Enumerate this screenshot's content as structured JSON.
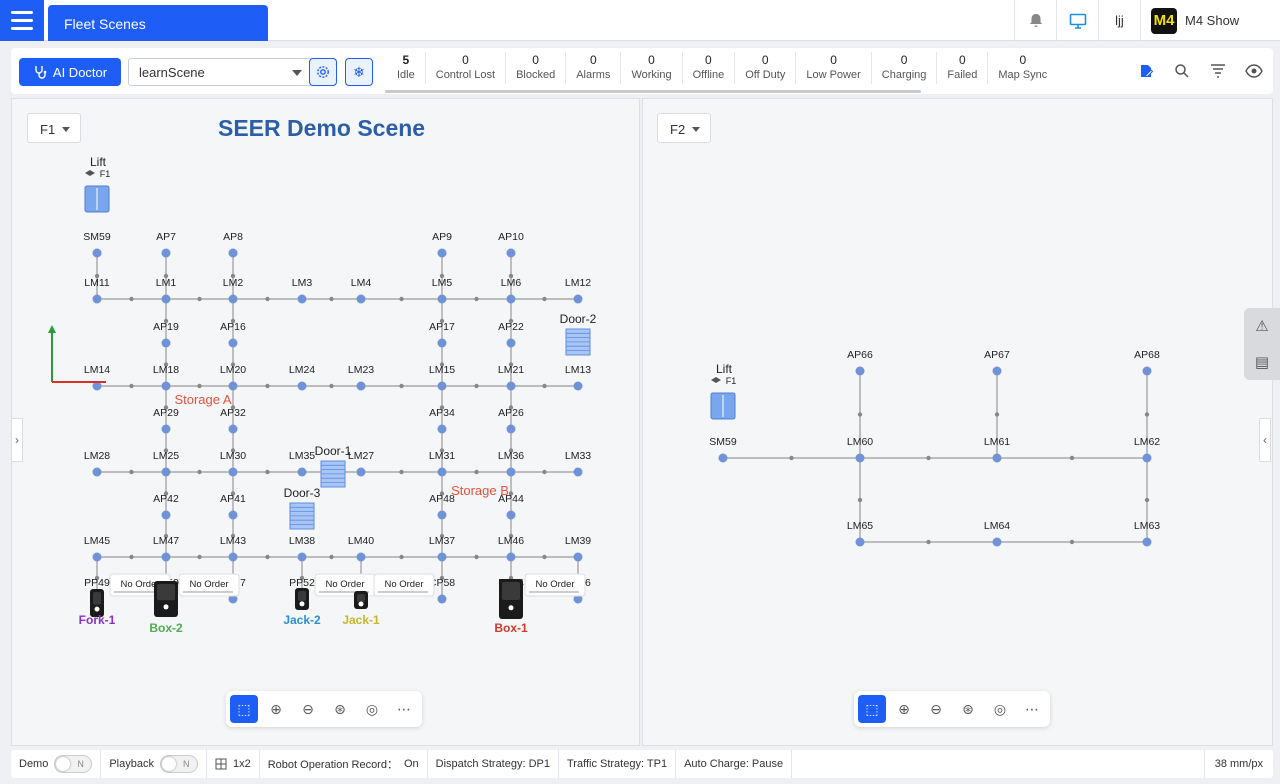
{
  "header": {
    "tab": "Fleet Scenes",
    "user": "ljj",
    "brand": "M4 Show",
    "logo": "M4"
  },
  "toolbar": {
    "ai_doctor": "AI Doctor",
    "scene": "learnScene",
    "stats": [
      {
        "value": "5",
        "label": "Idle"
      },
      {
        "value": "0",
        "label": "Control Lost"
      },
      {
        "value": "0",
        "label": "Blocked"
      },
      {
        "value": "0",
        "label": "Alarms"
      },
      {
        "value": "0",
        "label": "Working"
      },
      {
        "value": "0",
        "label": "Offline"
      },
      {
        "value": "0",
        "label": "Off Duty"
      },
      {
        "value": "0",
        "label": "Low Power"
      },
      {
        "value": "0",
        "label": "Charging"
      },
      {
        "value": "0",
        "label": "Failed"
      },
      {
        "value": "0",
        "label": "Map Sync"
      }
    ]
  },
  "panel1": {
    "floor": "F1",
    "title": "SEER Demo Scene"
  },
  "panel2": {
    "floor": "F2"
  },
  "map_f1": {
    "nodes": [
      [
        "SM59",
        0,
        0
      ],
      [
        "AP7",
        1,
        0
      ],
      [
        "AP8",
        2,
        0
      ],
      [
        "AP9",
        5,
        0
      ],
      [
        "AP10",
        6,
        0
      ],
      [
        "LM11",
        0,
        1
      ],
      [
        "LM1",
        1,
        1
      ],
      [
        "LM2",
        2,
        1
      ],
      [
        "LM3",
        3,
        1
      ],
      [
        "LM4",
        4,
        1
      ],
      [
        "LM5",
        5,
        1
      ],
      [
        "LM6",
        6,
        1
      ],
      [
        "LM12",
        7,
        1
      ],
      [
        "AP19",
        1,
        2
      ],
      [
        "AP16",
        2,
        2
      ],
      [
        "AP17",
        5,
        2
      ],
      [
        "AP22",
        6,
        2
      ],
      [
        "LM14",
        0,
        3
      ],
      [
        "LM18",
        1,
        3
      ],
      [
        "LM20",
        2,
        3
      ],
      [
        "LM24",
        3,
        3
      ],
      [
        "LM23",
        4,
        3
      ],
      [
        "LM15",
        5,
        3
      ],
      [
        "LM21",
        6,
        3
      ],
      [
        "LM13",
        7,
        3
      ],
      [
        "AP29",
        1,
        4
      ],
      [
        "AP32",
        2,
        4
      ],
      [
        "AP34",
        5,
        4
      ],
      [
        "AP26",
        6,
        4
      ],
      [
        "LM28",
        0,
        5
      ],
      [
        "LM25",
        1,
        5
      ],
      [
        "LM30",
        2,
        5
      ],
      [
        "LM35",
        3,
        5
      ],
      [
        "LM27",
        4,
        5
      ],
      [
        "LM31",
        5,
        5
      ],
      [
        "LM36",
        6,
        5
      ],
      [
        "LM33",
        7,
        5
      ],
      [
        "AP42",
        1,
        6
      ],
      [
        "AP41",
        2,
        6
      ],
      [
        "AP48",
        5,
        6
      ],
      [
        "AP44",
        6,
        6
      ],
      [
        "LM45",
        0,
        7
      ],
      [
        "LM47",
        1,
        7
      ],
      [
        "LM43",
        2,
        7
      ],
      [
        "LM38",
        3,
        7
      ],
      [
        "LM40",
        4,
        7
      ],
      [
        "LM37",
        5,
        7
      ],
      [
        "LM46",
        6,
        7
      ],
      [
        "LM39",
        7,
        7
      ],
      [
        "PP49",
        0,
        8
      ],
      [
        "PP50",
        1,
        8
      ],
      [
        "PP57",
        2,
        8
      ],
      [
        "PP52",
        3,
        8
      ],
      [
        "PP53",
        4,
        8
      ],
      [
        "CP58",
        5,
        8
      ],
      [
        "PP54",
        6,
        8
      ],
      [
        "PP56",
        7,
        8
      ]
    ],
    "labels": {
      "lift": "Lift",
      "lift_floor": "F1",
      "door1": "Door-1",
      "door2": "Door-2",
      "door3": "Door-3",
      "storage_a": "Storage A",
      "storage_b": "Storage B",
      "no_order": "No Order"
    },
    "robots": [
      {
        "name": "Fork-1",
        "color": "#8b32c9"
      },
      {
        "name": "Box-2",
        "color": "#4caf50"
      },
      {
        "name": "Jack-2",
        "color": "#2b8fd6"
      },
      {
        "name": "Jack-1",
        "color": "#c9b52a"
      },
      {
        "name": "Box-1",
        "color": "#d23b2a"
      }
    ]
  },
  "map_f2": {
    "labels": {
      "lift": "Lift",
      "lift_floor": "F1",
      "n": [
        "AP66",
        "AP67",
        "AP68",
        "SM59",
        "LM60",
        "LM61",
        "LM62",
        "LM65",
        "LM64",
        "LM63"
      ]
    }
  },
  "statusbar": {
    "demo": "Demo",
    "playback": "Playback",
    "toggle_off": "N",
    "layout": "1x2",
    "record_label": "Robot Operation Record：",
    "record_value": "On",
    "dispatch": "Dispatch Strategy: DP1",
    "traffic": "Traffic Strategy: TP1",
    "auto_charge": "Auto Charge: Pause",
    "scale": "38 mm/px"
  },
  "colors": {
    "accent": "#1e5ef6",
    "node": "#6f93d6",
    "edge": "#9a9a9a",
    "storage_label": "#e2533d",
    "title": "#2d5fa8"
  }
}
